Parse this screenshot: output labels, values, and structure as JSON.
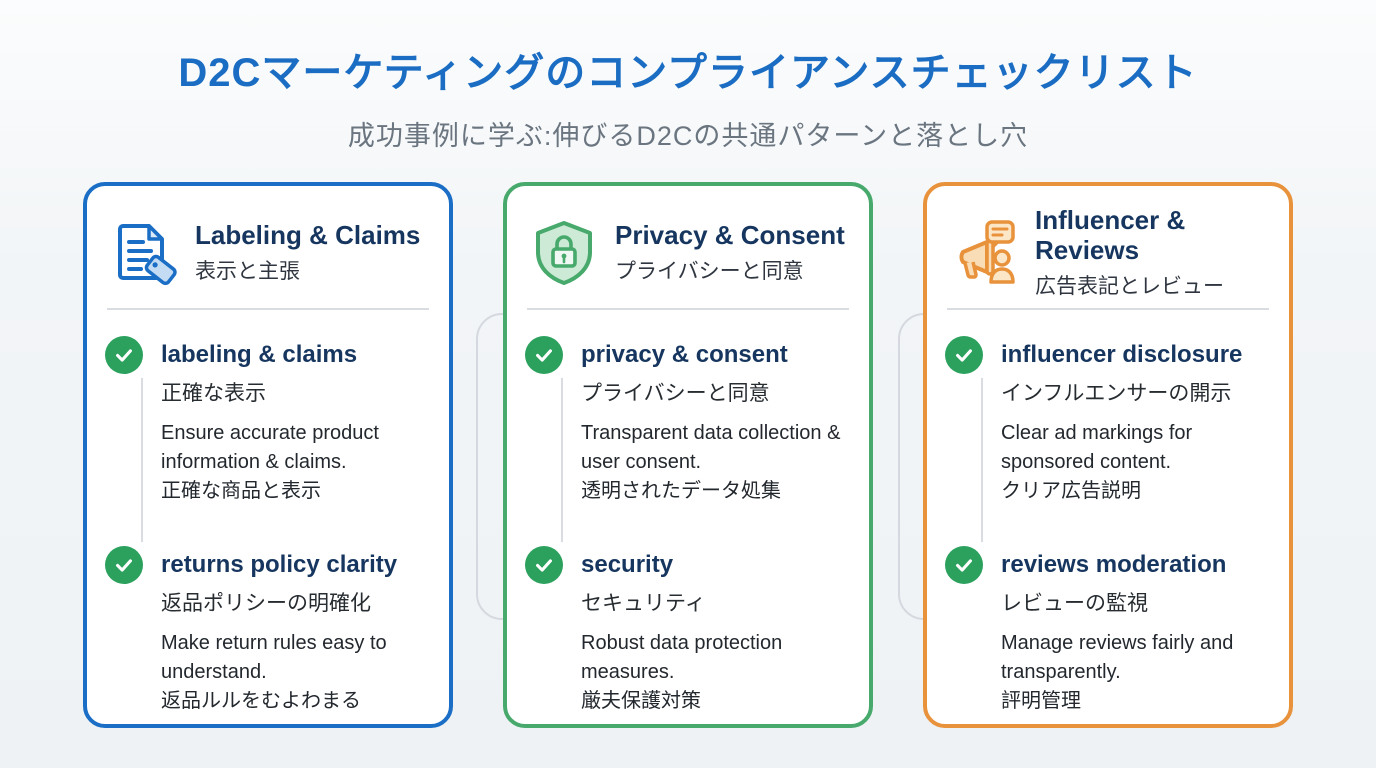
{
  "header": {
    "title": "D2Cマーケティングのコンプライアンスチェックリスト",
    "subtitle": "成功事例に学ぶ:伸びるD2Cの共通パターンと落とし穴"
  },
  "theme": {
    "title_blue": "#1a6dc3",
    "heading_navy": "#16365f",
    "card_blue_accent": "#1b6ec5",
    "card_green_accent": "#47a96b",
    "card_orange_accent": "#e8923c",
    "check_green": "#2ca15e",
    "background": "#f2f5f7",
    "divider_gray": "#d9dce1",
    "body_text": "#23282e",
    "subtitle_gray": "#6a7580"
  },
  "cards": [
    {
      "icon": "document-tag-icon",
      "title": "Labeling & Claims",
      "subtitle_jp": "表示と主張",
      "items": [
        {
          "title": "labeling & claims",
          "subtitle_jp": "正確な表示",
          "desc_en": "Ensure accurate product information & claims.",
          "desc_jp": "正確な商品と表示"
        },
        {
          "title": "returns policy clarity",
          "subtitle_jp": "返品ポリシーの明確化",
          "desc_en": "Make return rules easy to understand.",
          "desc_jp": "返品ルルをむよわまる"
        }
      ]
    },
    {
      "icon": "shield-lock-icon",
      "title": "Privacy & Consent",
      "subtitle_jp": "プライバシーと同意",
      "items": [
        {
          "title": "privacy & consent",
          "subtitle_jp": "プライバシーと同意",
          "desc_en": "Transparent data collection & user consent.",
          "desc_jp": "透明されたデータ処集"
        },
        {
          "title": "security",
          "subtitle_jp": "セキュリティ",
          "desc_en": "Robust data protection measures.",
          "desc_jp": "厳夫保護対策"
        }
      ]
    },
    {
      "icon": "megaphone-icon",
      "title": "Influencer & Reviews",
      "subtitle_jp": "広告表記とレビュー",
      "items": [
        {
          "title": "influencer disclosure",
          "subtitle_jp": "インフルエンサーの開示",
          "desc_en": "Clear ad markings for sponsored content.",
          "desc_jp": "クリア広告説明"
        },
        {
          "title": "reviews moderation",
          "subtitle_jp": "レビューの監視",
          "desc_en": "Manage reviews fairly and transparently.",
          "desc_jp": "評明管理"
        }
      ]
    }
  ]
}
